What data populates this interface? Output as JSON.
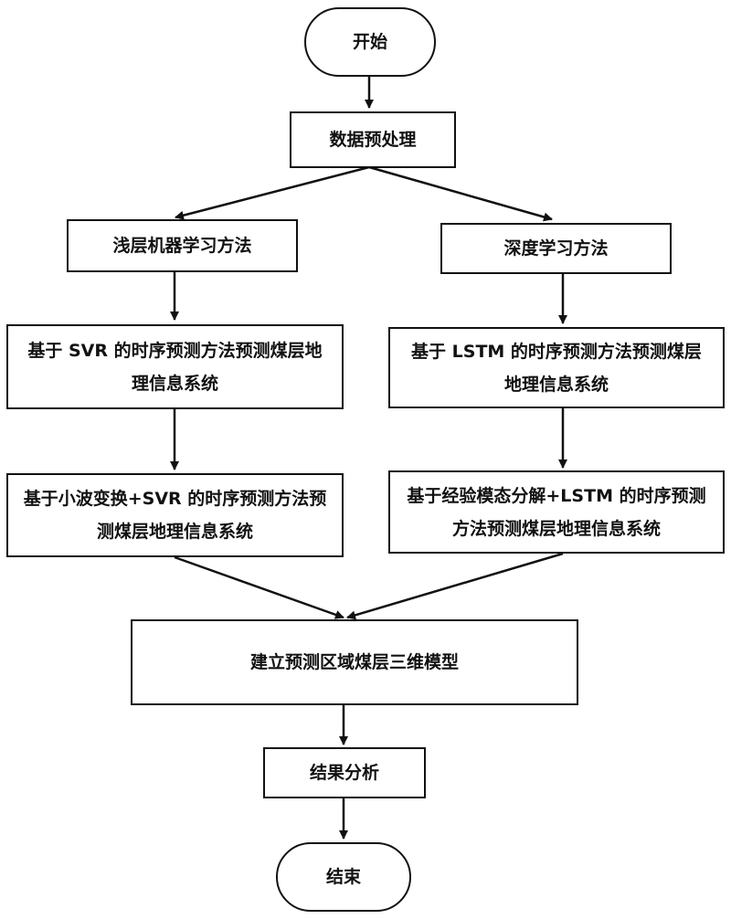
{
  "nodes": {
    "start": "开始",
    "preprocess": "数据预处理",
    "shallow": "浅层机器学习方法",
    "deep": "深度学习方法",
    "svr": "基于 SVR 的时序预测方法预测煤层地理信息系统",
    "lstm": "基于 LSTM 的时序预测方法预测煤层地理信息系统",
    "wavelet_svr": "基于小波变换+SVR 的时序预测方法预测煤层地理信息系统",
    "emd_lstm": "基于经验模态分解+LSTM 的时序预测方法预测煤层地理信息系统",
    "model3d": "建立预测区域煤层三维模型",
    "analysis": "结果分析",
    "end": "结束"
  }
}
